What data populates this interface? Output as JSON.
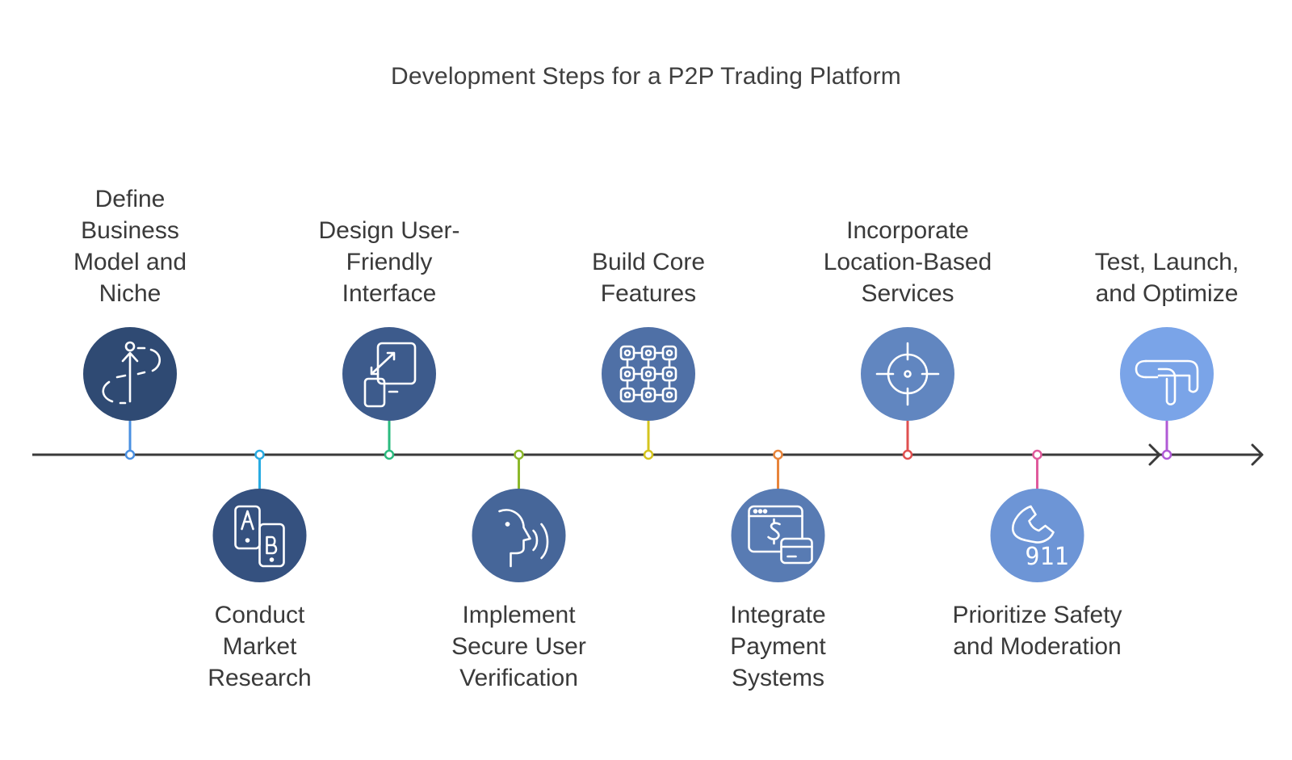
{
  "title": "Development Steps for a P2P Trading Platform",
  "steps": [
    {
      "label": "Define\nBusiness\nModel and\nNiche",
      "position": "top",
      "circle_color": "#2f4a73",
      "accent_color": "#4a90e2",
      "icon": "goal-path-icon"
    },
    {
      "label": "Conduct\nMarket\nResearch",
      "position": "bottom",
      "circle_color": "#35517f",
      "accent_color": "#29abe2",
      "icon": "ab-test-icon"
    },
    {
      "label": "Design User-\nFriendly\nInterface",
      "position": "top",
      "circle_color": "#3d5b8c",
      "accent_color": "#2bbb7f",
      "icon": "responsive-resize-icon"
    },
    {
      "label": "Implement\nSecure User\nVerification",
      "position": "bottom",
      "circle_color": "#466699",
      "accent_color": "#8cb82b",
      "icon": "voice-recognition-icon"
    },
    {
      "label": "Build Core\nFeatures",
      "position": "top",
      "circle_color": "#4f70a6",
      "accent_color": "#d4c41e",
      "icon": "grid-network-icon"
    },
    {
      "label": "Integrate\nPayment\nSystems",
      "position": "bottom",
      "circle_color": "#587bb3",
      "accent_color": "#e8843a",
      "icon": "payment-window-icon"
    },
    {
      "label": "Incorporate\nLocation-Based\nServices",
      "position": "top",
      "circle_color": "#6186c0",
      "accent_color": "#e05050",
      "icon": "crosshair-target-icon"
    },
    {
      "label": "Prioritize Safety\nand Moderation",
      "position": "bottom",
      "circle_color": "#6d95d6",
      "accent_color": "#e05a9c",
      "icon": "emergency-phone-icon"
    },
    {
      "label": "Test, Launch,\nand Optimize",
      "position": "top",
      "circle_color": "#7aa4e8",
      "accent_color": "#b05ad6",
      "icon": "route-arrow-icon"
    }
  ],
  "axis_color": "#3a3a3a"
}
